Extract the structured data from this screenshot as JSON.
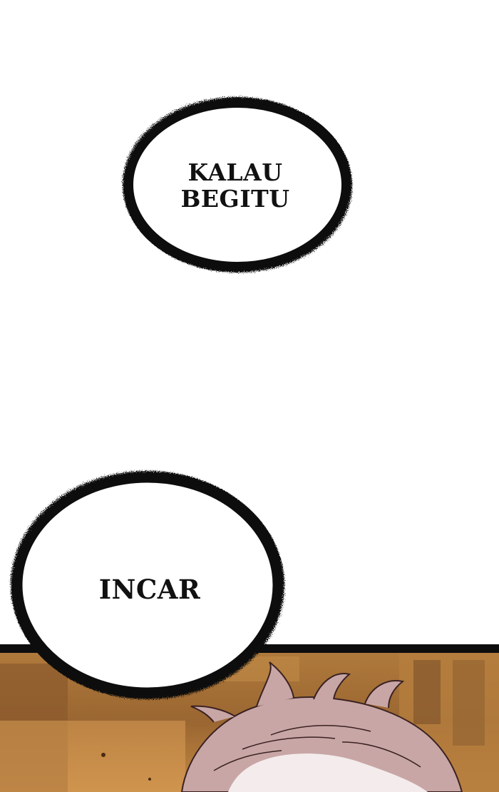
{
  "panels": [
    {
      "id": "panel-white",
      "background_color": "#ffffff"
    },
    {
      "id": "panel-scene",
      "border_color": "#0d0d0d",
      "scene_colors": [
        "#c98a3d",
        "#a86f33",
        "#e0a457",
        "#7d5029"
      ],
      "hair_color": "#c5a3a3"
    }
  ],
  "bubbles": [
    {
      "id": "bubble-1",
      "style": "fuzzy-thought",
      "text": "KALAU\nBEGITU"
    },
    {
      "id": "bubble-2",
      "style": "fuzzy-thought",
      "text": "INCAR"
    }
  ]
}
